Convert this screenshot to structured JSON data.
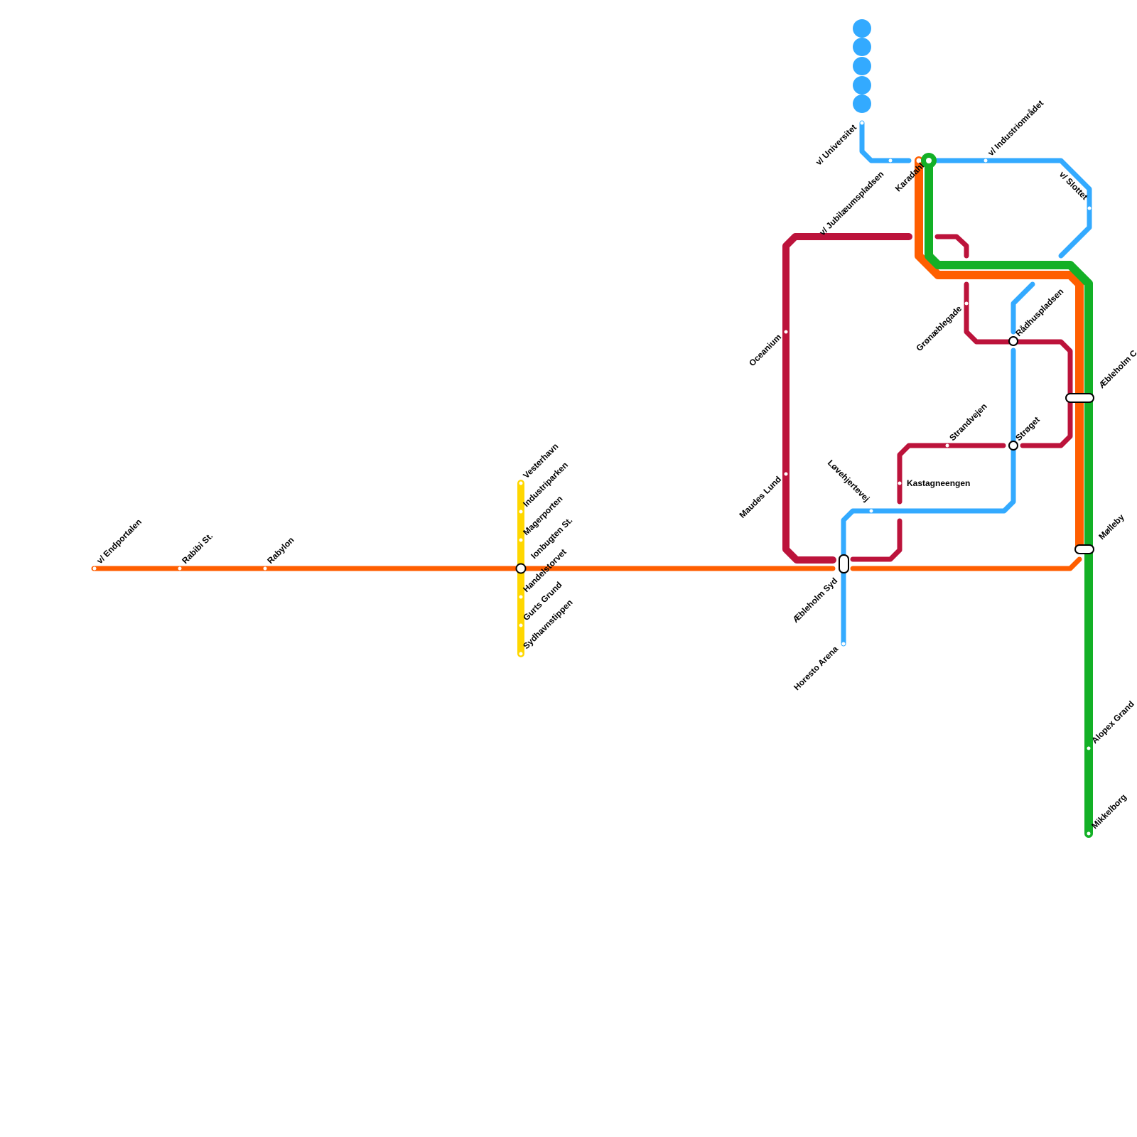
{
  "colors": {
    "orange": "#FF5E00",
    "red": "#BC133B",
    "blue": "#33AAFF",
    "green": "#13B026",
    "yellow": "#FFD700"
  },
  "stations": {
    "endportalen": "v/ Endportalen",
    "rabibi": "Rabibi St.",
    "rabylon": "Rabylon",
    "vesterhavn": "Vesterhavn",
    "industriparken": "Industriparken",
    "magerporten": "Magerporten",
    "ionbugten": "Ionbugten St.",
    "handelstorvet": "Handelstorvet",
    "gurts_grund": "Gurts Grund",
    "sydhavnstippen": "Sydhavnstippen",
    "universitet": "v/ Universitet",
    "jubilaeum": "v/ Jubilæumspladsen",
    "karadahl": "Karadahl",
    "industriomraadet": "v/ Industriområdet",
    "slottet": "v/ Slottet",
    "oceanium": "Oceanium",
    "maudes_lund": "Maudes Lund",
    "groenaeblegade": "Grønæblegade",
    "raadhuspladsen": "Rådhuspladsen",
    "strandvejen": "Strandvejen",
    "stroget": "Strøget",
    "kastagneengen": "Kastagneengen",
    "lovehjertevej": "Løvehjertevej",
    "aebleholm_syd": "Æbleholm Syd",
    "horesto": "Horesto Arena",
    "aebleholm_c": "Æbleholm C",
    "molleby": "Mølleby",
    "alopex": "Alopex Grand",
    "mikkelborg": "Mikkelborg"
  }
}
